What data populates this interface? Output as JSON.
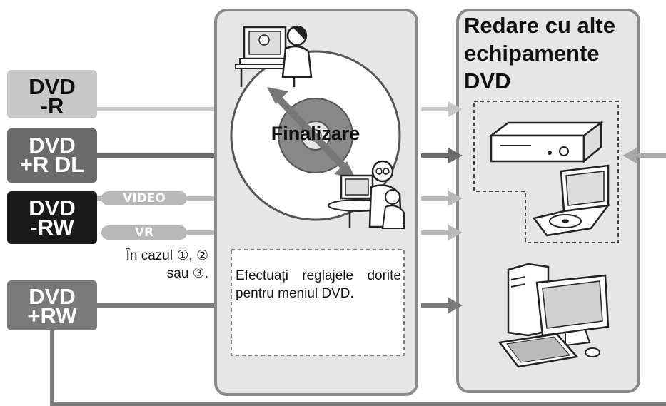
{
  "discs": [
    {
      "line1": "DVD",
      "line2": "-R"
    },
    {
      "line1": "DVD",
      "line2": "+R DL"
    },
    {
      "line1": "DVD",
      "line2": "-RW"
    },
    {
      "line1": "DVD",
      "line2": "+RW"
    }
  ],
  "modes": {
    "video": "VIDEO",
    "vr": "VR"
  },
  "note": {
    "line1": "În cazul ①, ②",
    "line2": "sau ③."
  },
  "center": {
    "finalize_label": "Finalizare",
    "menu_note": "Efectuați reglajele dorite pentru meniul DVD."
  },
  "right_panel": {
    "title_line1": "Redare cu alte",
    "title_line2": "echipamente",
    "title_line3": "DVD"
  },
  "colors": {
    "dvd_r": "#c8c8c8",
    "dvd_rdl": "#6b6b6b",
    "dvd_rw": "#1a1a1a",
    "dvd_prw": "#7a7a7a",
    "panel_bg": "#e6e6e6",
    "panel_border": "#8a8a8a"
  }
}
